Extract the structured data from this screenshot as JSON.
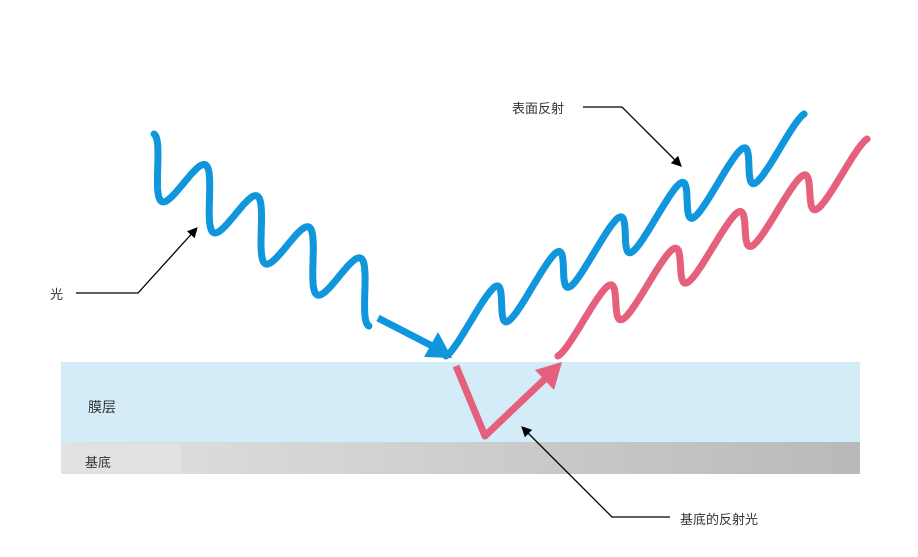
{
  "labels": {
    "light": "光",
    "surface_reflection": "表面反射",
    "film_layer": "膜层",
    "substrate": "基底",
    "substrate_reflection": "基底的反射光"
  },
  "colors": {
    "blue_wave": "#0f96dc",
    "pink_wave": "#e5607d",
    "film": "#d4ebf8",
    "substrate_light": "#e2e2e4",
    "substrate_dark": "#b9b9b9"
  }
}
